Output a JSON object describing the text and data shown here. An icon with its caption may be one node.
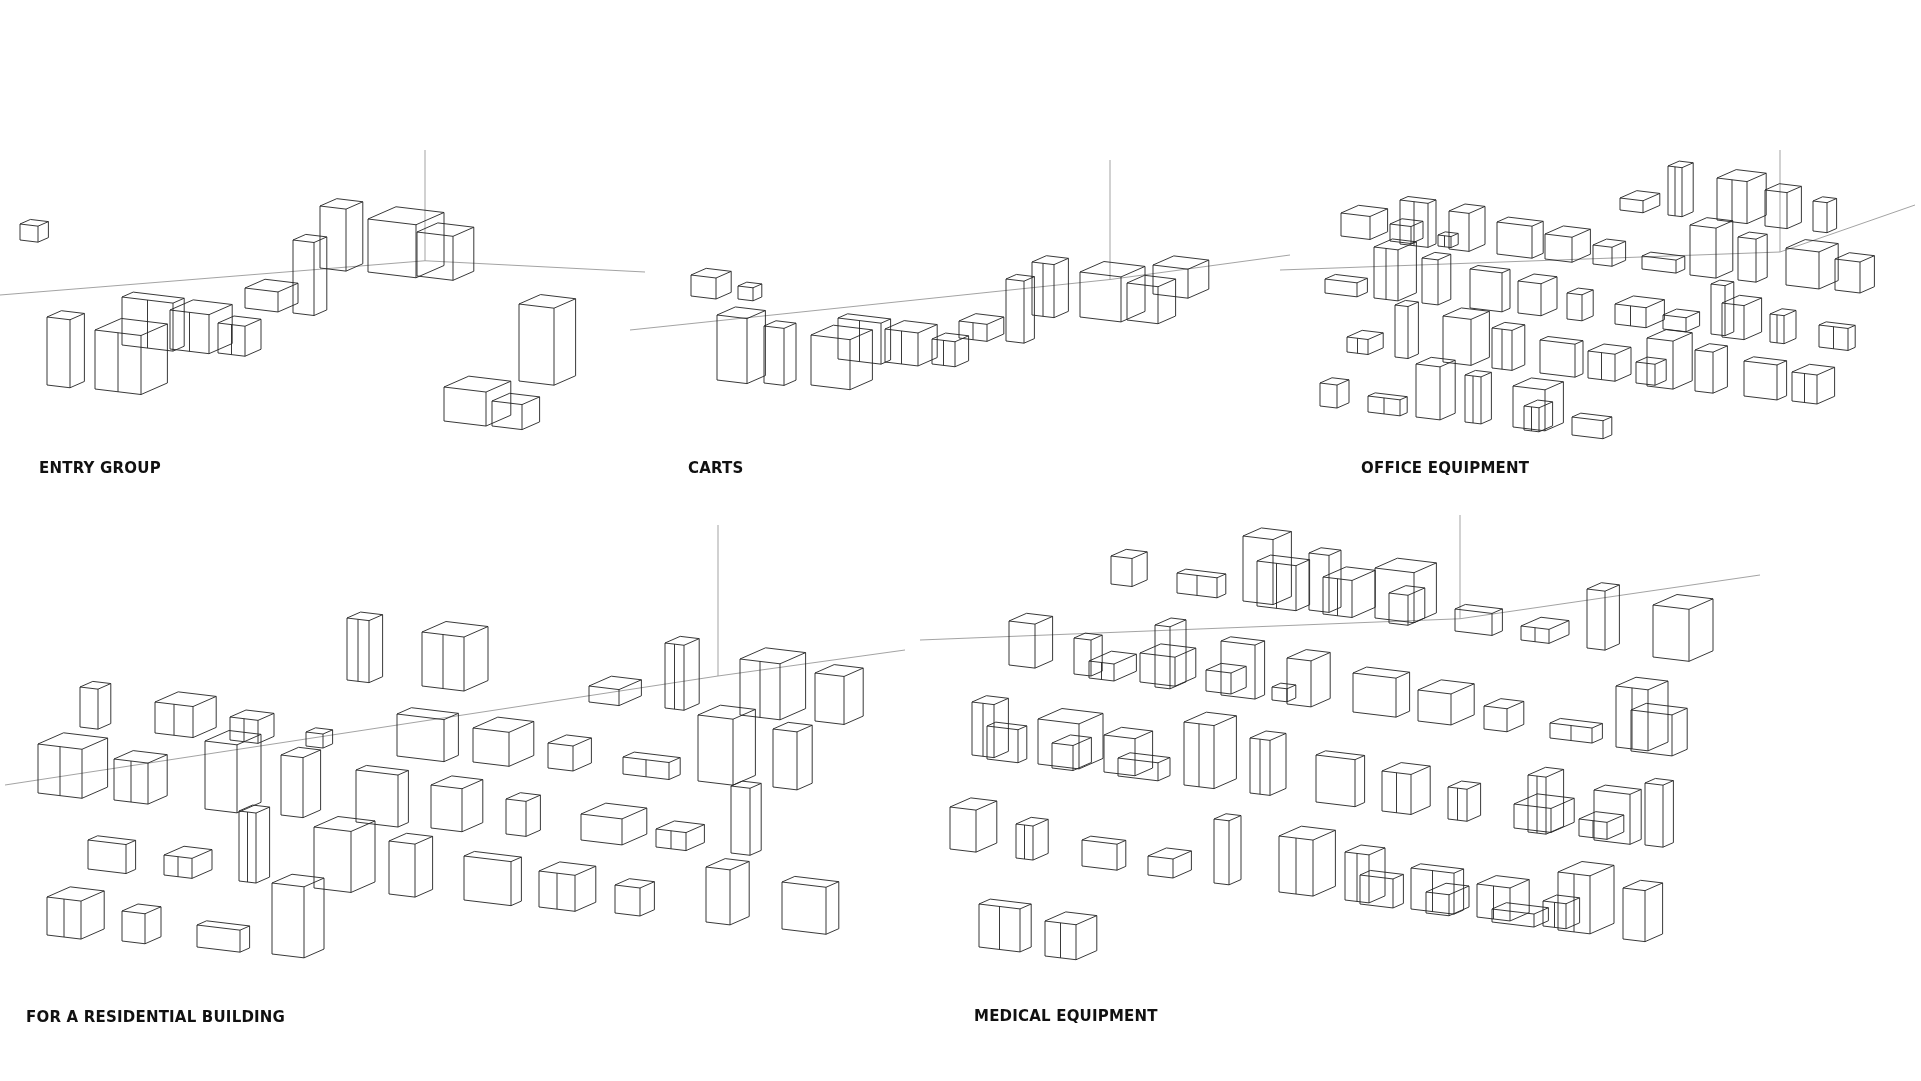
{
  "diagram": {
    "labels": [
      "ENTRY GROUP",
      "CARTS",
      "OFFICE EQUIPMENT",
      "FOR A RESIDENTIAL BUILDING",
      "MEDICAL EQUIPMENT"
    ]
  }
}
